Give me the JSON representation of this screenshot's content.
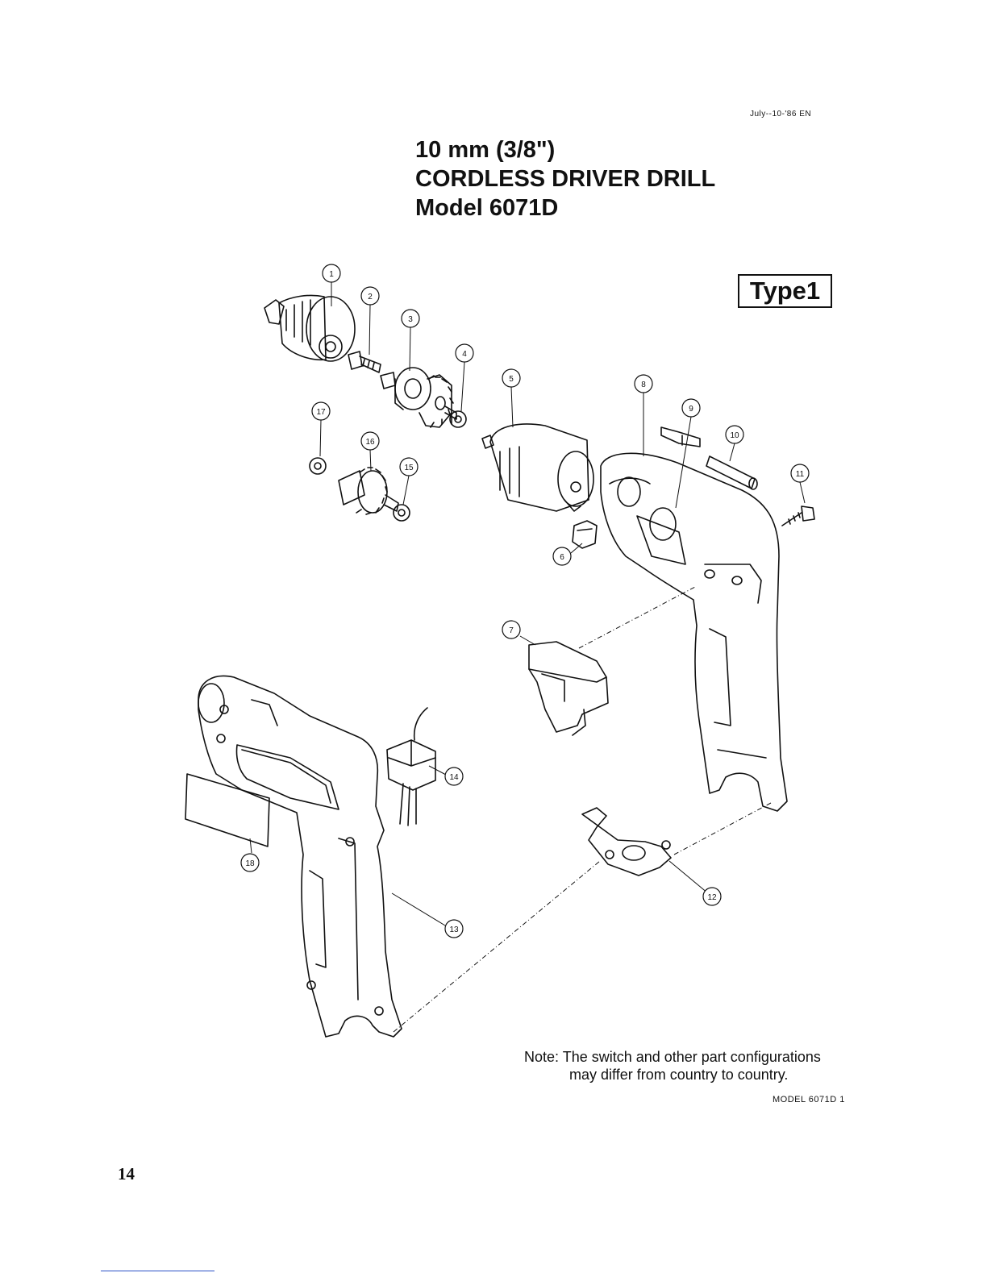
{
  "header": {
    "date_code": "July--10-'86 EN",
    "title_line1": "10 mm (3/8\")",
    "title_line2": "CORDLESS DRIVER DRILL",
    "title_line3": "Model 6071D",
    "type_badge": "Type1"
  },
  "diagram": {
    "callouts": [
      "1",
      "2",
      "3",
      "4",
      "5",
      "6",
      "7",
      "8",
      "9",
      "10",
      "11",
      "12",
      "13",
      "14",
      "15",
      "16",
      "17",
      "18"
    ]
  },
  "footer": {
    "note_line1": "Note: The switch and other part configurations",
    "note_line2": "may differ from country to country.",
    "model_code": "MODEL 6071D  1",
    "page_number": "14"
  }
}
